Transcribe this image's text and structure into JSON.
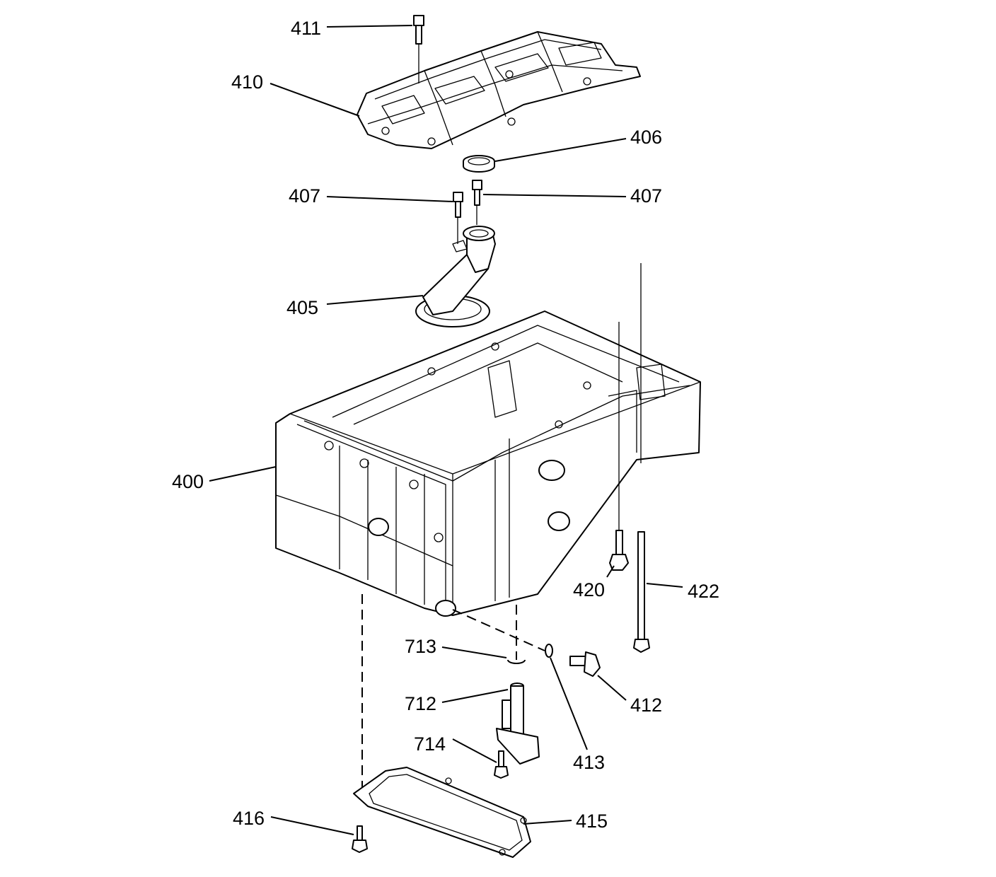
{
  "callouts": {
    "c411": "411",
    "c410": "410",
    "c406": "406",
    "c407a": "407",
    "c407b": "407",
    "c405": "405",
    "c400": "400",
    "c420": "420",
    "c422": "422",
    "c713": "713",
    "c712": "712",
    "c412": "412",
    "c714": "714",
    "c413": "413",
    "c416": "416",
    "c415": "415"
  }
}
